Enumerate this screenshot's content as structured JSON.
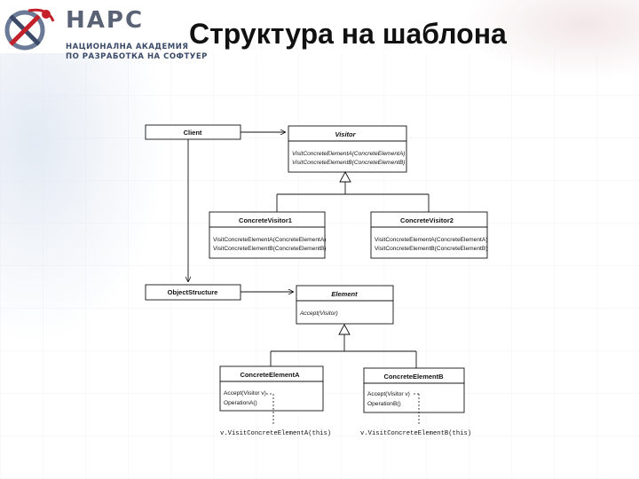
{
  "header": {
    "title": "Структура на шаблона",
    "logo": {
      "name": "НАРС",
      "subtitle_line1": "НАЦИОНАЛНА АКАДЕМИЯ",
      "subtitle_line2": "ПО РАЗРАБОТКА НА СОФТУЕР"
    }
  },
  "diagram": {
    "client": {
      "name": "Client"
    },
    "visitor": {
      "name": "Visitor",
      "ops": [
        "VisitConcreteElementA(ConcreteElementA)",
        "VisitConcreteElementB(ConcreteElementB)"
      ]
    },
    "concrete_visitor1": {
      "name": "ConcreteVisitor1",
      "ops": [
        "VisitConcreteElementA(ConcreteElementA)",
        "VisitConcreteElementB(ConcreteElementB)"
      ]
    },
    "concrete_visitor2": {
      "name": "ConcreteVisitor2",
      "ops": [
        "VisitConcreteElementA(ConcreteElementA)",
        "VisitConcreteElementB(ConcreteElementB)"
      ]
    },
    "object_structure": {
      "name": "ObjectStructure"
    },
    "element": {
      "name": "Element",
      "ops": [
        "Accept(Visitor)"
      ]
    },
    "concrete_element_a": {
      "name": "ConcreteElementA",
      "ops": [
        "Accept(Visitor v)",
        "OperationA()"
      ]
    },
    "concrete_element_b": {
      "name": "ConcreteElementB",
      "ops": [
        "Accept(Visitor v)",
        "OperationB()"
      ]
    },
    "note_a": "v.VisitConcreteElementA(this)",
    "note_b": "v.VisitConcreteElementB(this)"
  }
}
